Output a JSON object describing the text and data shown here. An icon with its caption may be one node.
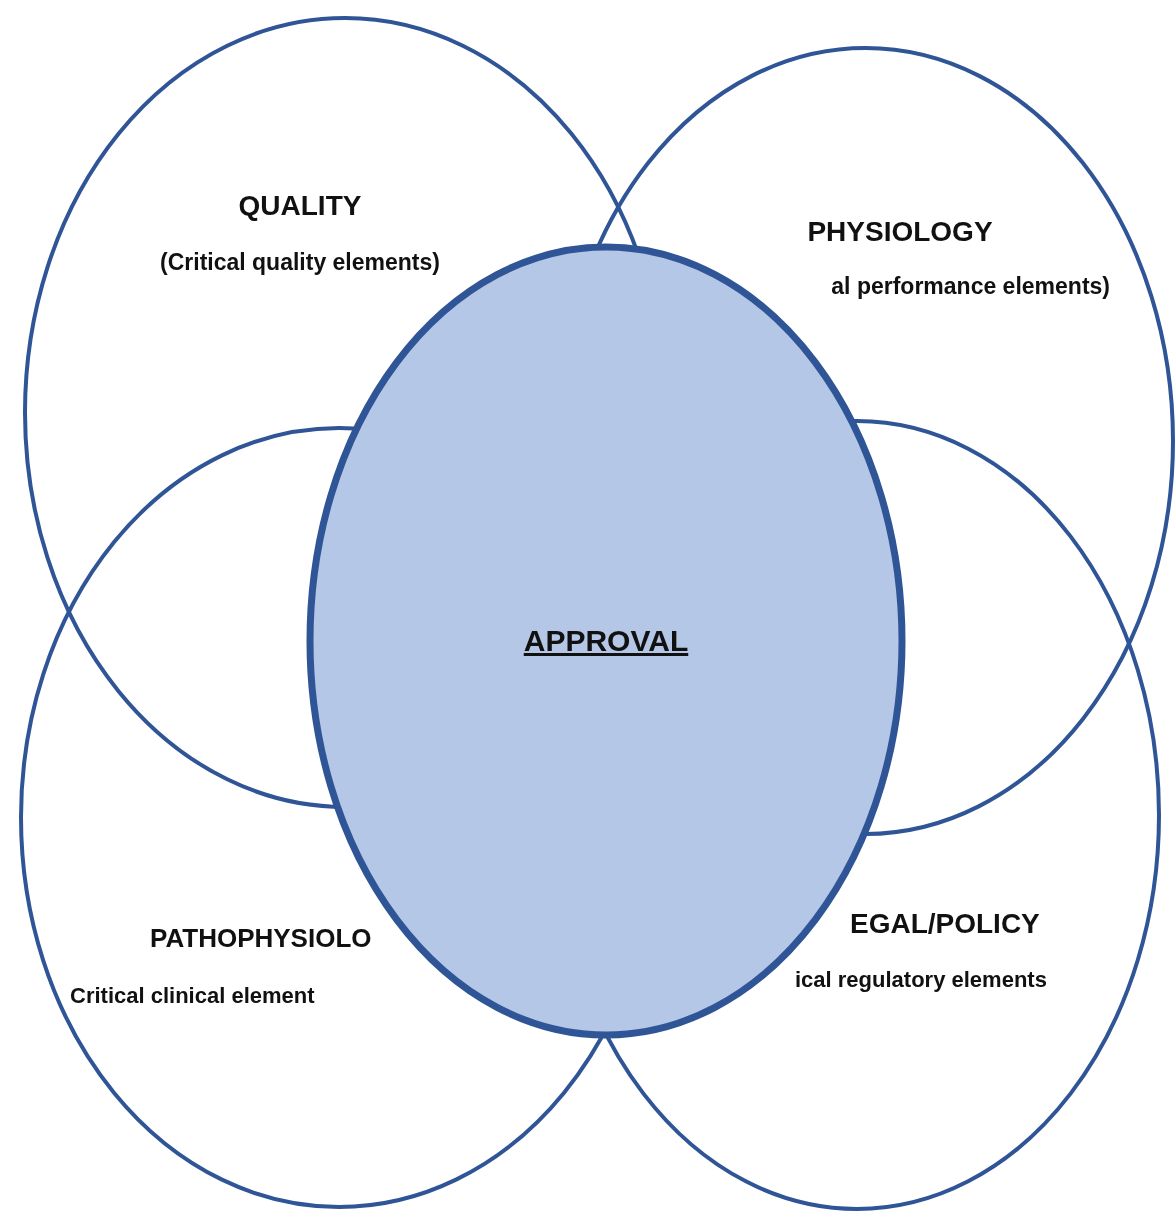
{
  "diagram": {
    "nodes": [
      {
        "text": [
          "QUALITY",
          "(Critical quality elements)"
        ]
      },
      {
        "text": [
          "PHYSIOLOGY",
          "al performance elements)"
        ]
      },
      {
        "text": [
          "PATHOPHYSIOLO",
          "Critical clinical element"
        ]
      },
      {
        "text": [
          "EGAL/POLICY",
          "ical regulatory elements"
        ]
      },
      {
        "text": [
          "APPROVAL"
        ]
      }
    ]
  }
}
